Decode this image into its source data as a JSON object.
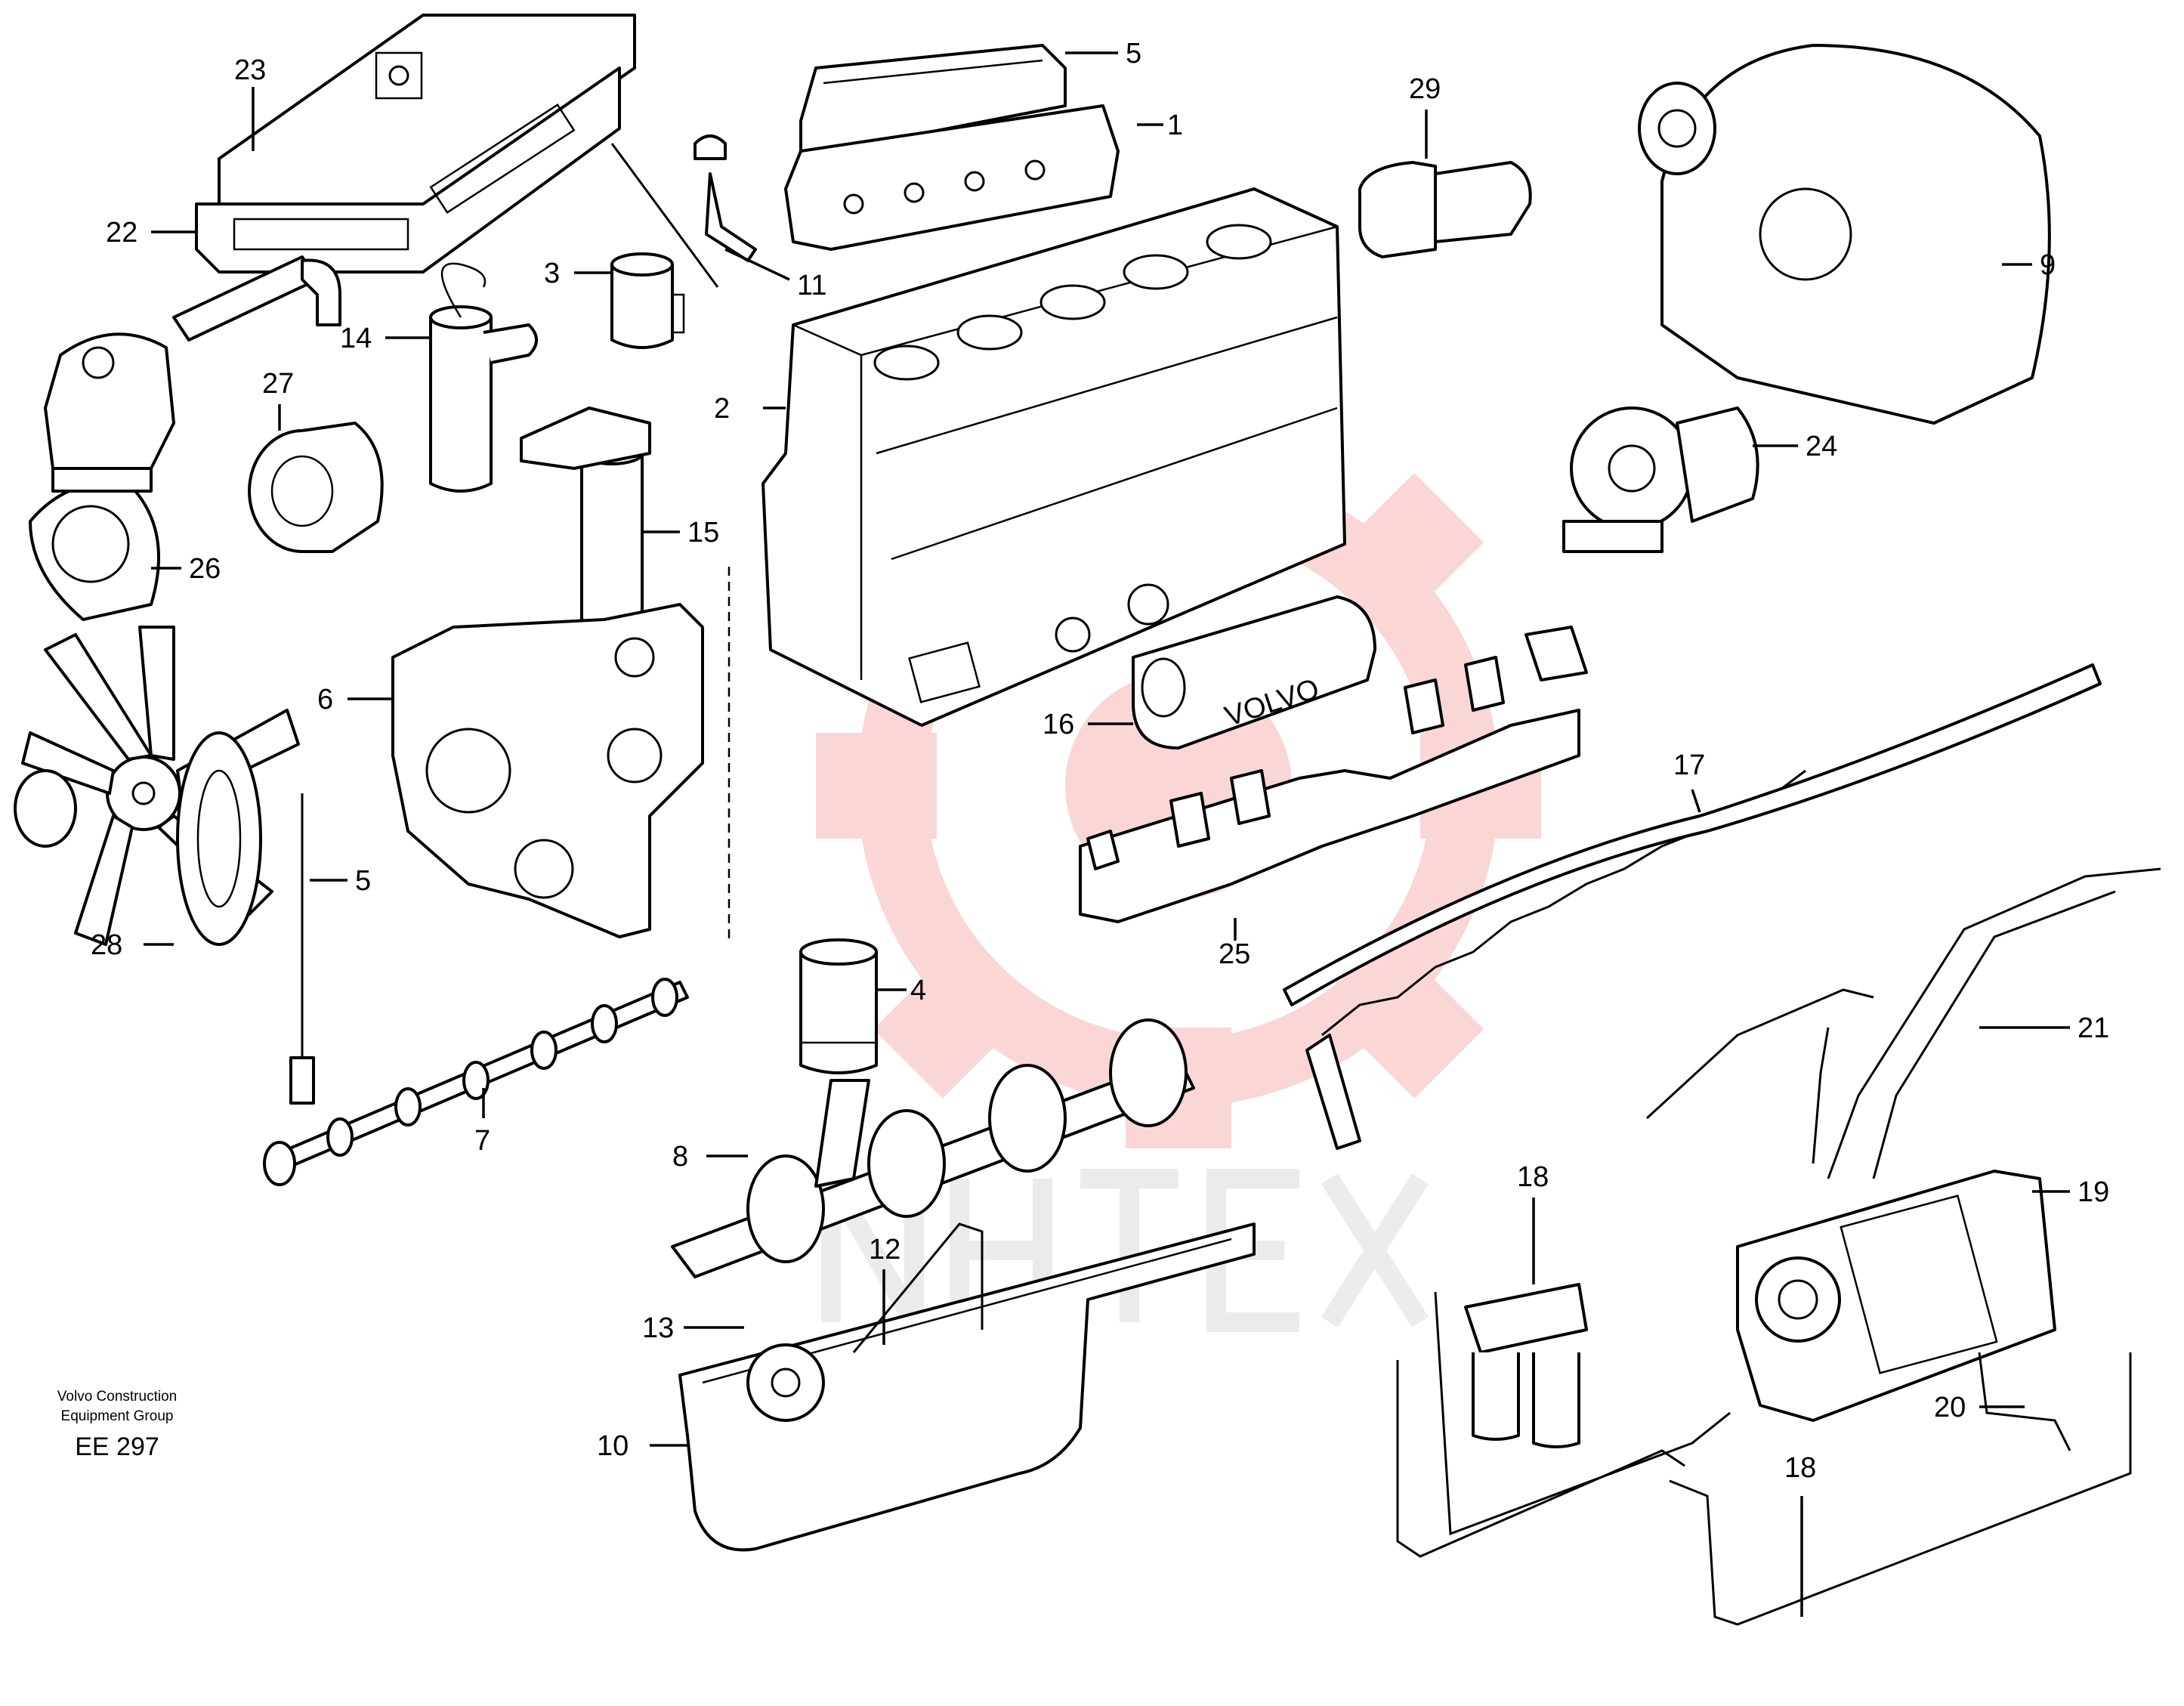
{
  "brand_color": "#e9474d",
  "watermark_color": "#d8d8d8",
  "credit": {
    "line1": "Volvo Construction",
    "line2": "Equipment Group",
    "code": "EE 297"
  },
  "engraving": {
    "valve_cover_text": "VOLVO"
  },
  "callouts": [
    {
      "id": "c1",
      "label": "1"
    },
    {
      "id": "c2",
      "label": "2"
    },
    {
      "id": "c3",
      "label": "3"
    },
    {
      "id": "c4",
      "label": "4"
    },
    {
      "id": "c5a",
      "label": "5"
    },
    {
      "id": "c5b",
      "label": "5"
    },
    {
      "id": "c6",
      "label": "6"
    },
    {
      "id": "c7",
      "label": "7"
    },
    {
      "id": "c8",
      "label": "8"
    },
    {
      "id": "c9",
      "label": "9"
    },
    {
      "id": "c10",
      "label": "10"
    },
    {
      "id": "c11",
      "label": "11"
    },
    {
      "id": "c12",
      "label": "12"
    },
    {
      "id": "c13",
      "label": "13"
    },
    {
      "id": "c14",
      "label": "14"
    },
    {
      "id": "c15",
      "label": "15"
    },
    {
      "id": "c16",
      "label": "16"
    },
    {
      "id": "c17",
      "label": "17"
    },
    {
      "id": "c18a",
      "label": "18"
    },
    {
      "id": "c18b",
      "label": "18"
    },
    {
      "id": "c19",
      "label": "19"
    },
    {
      "id": "c20",
      "label": "20"
    },
    {
      "id": "c21",
      "label": "21"
    },
    {
      "id": "c22",
      "label": "22"
    },
    {
      "id": "c23",
      "label": "23"
    },
    {
      "id": "c24",
      "label": "24"
    },
    {
      "id": "c25",
      "label": "25"
    },
    {
      "id": "c26",
      "label": "26"
    },
    {
      "id": "c27",
      "label": "27"
    },
    {
      "id": "c28",
      "label": "28"
    },
    {
      "id": "c29",
      "label": "29"
    }
  ]
}
